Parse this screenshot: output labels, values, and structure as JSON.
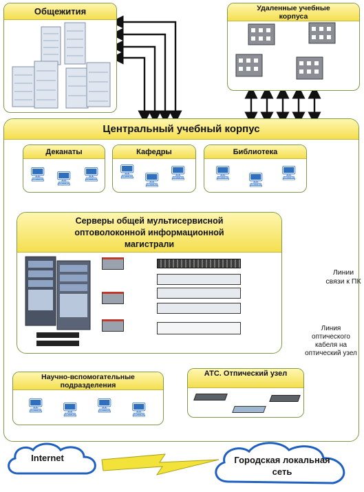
{
  "blocks": {
    "dormitories": "Общежития",
    "remote": "Удаленные учебные корпуса",
    "central": "Центральный учебный корпус",
    "deans": "Деканаты",
    "departments": "Кафедры",
    "library": "Библиотека",
    "servers": "Серверы общей мультисервисной оптоволоконной информационной магистрали",
    "research": "Научно-вспомогательные подразделения",
    "ats": "АТС. Отпический узел"
  },
  "side_labels": {
    "pc_lines": "Линии связи к ПК",
    "optic_line": "Линия оптического кабеля на оптический узел"
  },
  "clouds": {
    "internet": "Internet",
    "city_network": "Городская локальная сеть"
  },
  "colors": {
    "header_fill": "#f4df4f",
    "box_border": "#7d9a4a",
    "cloud_border": "#1f5fbf",
    "lightning": "#f3e23a"
  }
}
